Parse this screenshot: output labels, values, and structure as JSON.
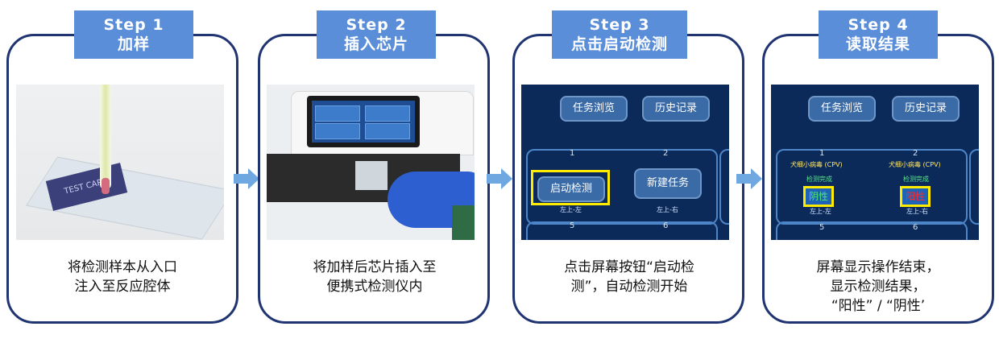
{
  "steps": [
    {
      "tag_line1": "Step 1",
      "tag_line2": "加样",
      "caption_line1": "将检测样本从入口",
      "caption_line2": "注入至反应腔体",
      "photo_text": "TEST CARD"
    },
    {
      "tag_line1": "Step 2",
      "tag_line2": "插入芯片",
      "caption_line1": "将加样后芯片插入至",
      "caption_line2": "便携式检测仪内"
    },
    {
      "tag_line1": "Step 3",
      "tag_line2": "点击启动检测",
      "caption_line1": "点击屏幕按钮“启动检",
      "caption_line2": "测”，自动检测开始"
    },
    {
      "tag_line1": "Step 4",
      "tag_line2": "读取结果",
      "caption_line1": "屏幕显示操作结束，",
      "caption_line2": "显示检测结果，",
      "caption_line3": "“阳性” / “阴性’"
    }
  ],
  "screen3": {
    "btn_tasks": "任务浏览",
    "btn_history": "历史记录",
    "num1": "1",
    "num2": "2",
    "num5": "5",
    "num6": "6",
    "start_button": "启动检测",
    "new_task": "新建任务",
    "pos_left": "左上-左",
    "pos_right": "左上-右"
  },
  "screen4": {
    "btn_tasks": "任务浏览",
    "btn_history": "历史记录",
    "num1": "1",
    "num2": "2",
    "num5": "5",
    "num6": "6",
    "virus1": "犬细小病毒 (CPV)",
    "virus2": "犬细小病毒 (CPV)",
    "status1": "检测完成",
    "status2": "检测完成",
    "result_negative": "阴性",
    "result_positive": "阳性",
    "pos_left": "左上-左",
    "pos_right": "左上-右"
  },
  "colors": {
    "card_border": "#1f3470",
    "tag_bg": "#5b8ed8",
    "arrow": "#6fa8e0",
    "highlight": "#ffeb00",
    "positive": "#ff2a2a",
    "negative": "#4ee37c"
  }
}
